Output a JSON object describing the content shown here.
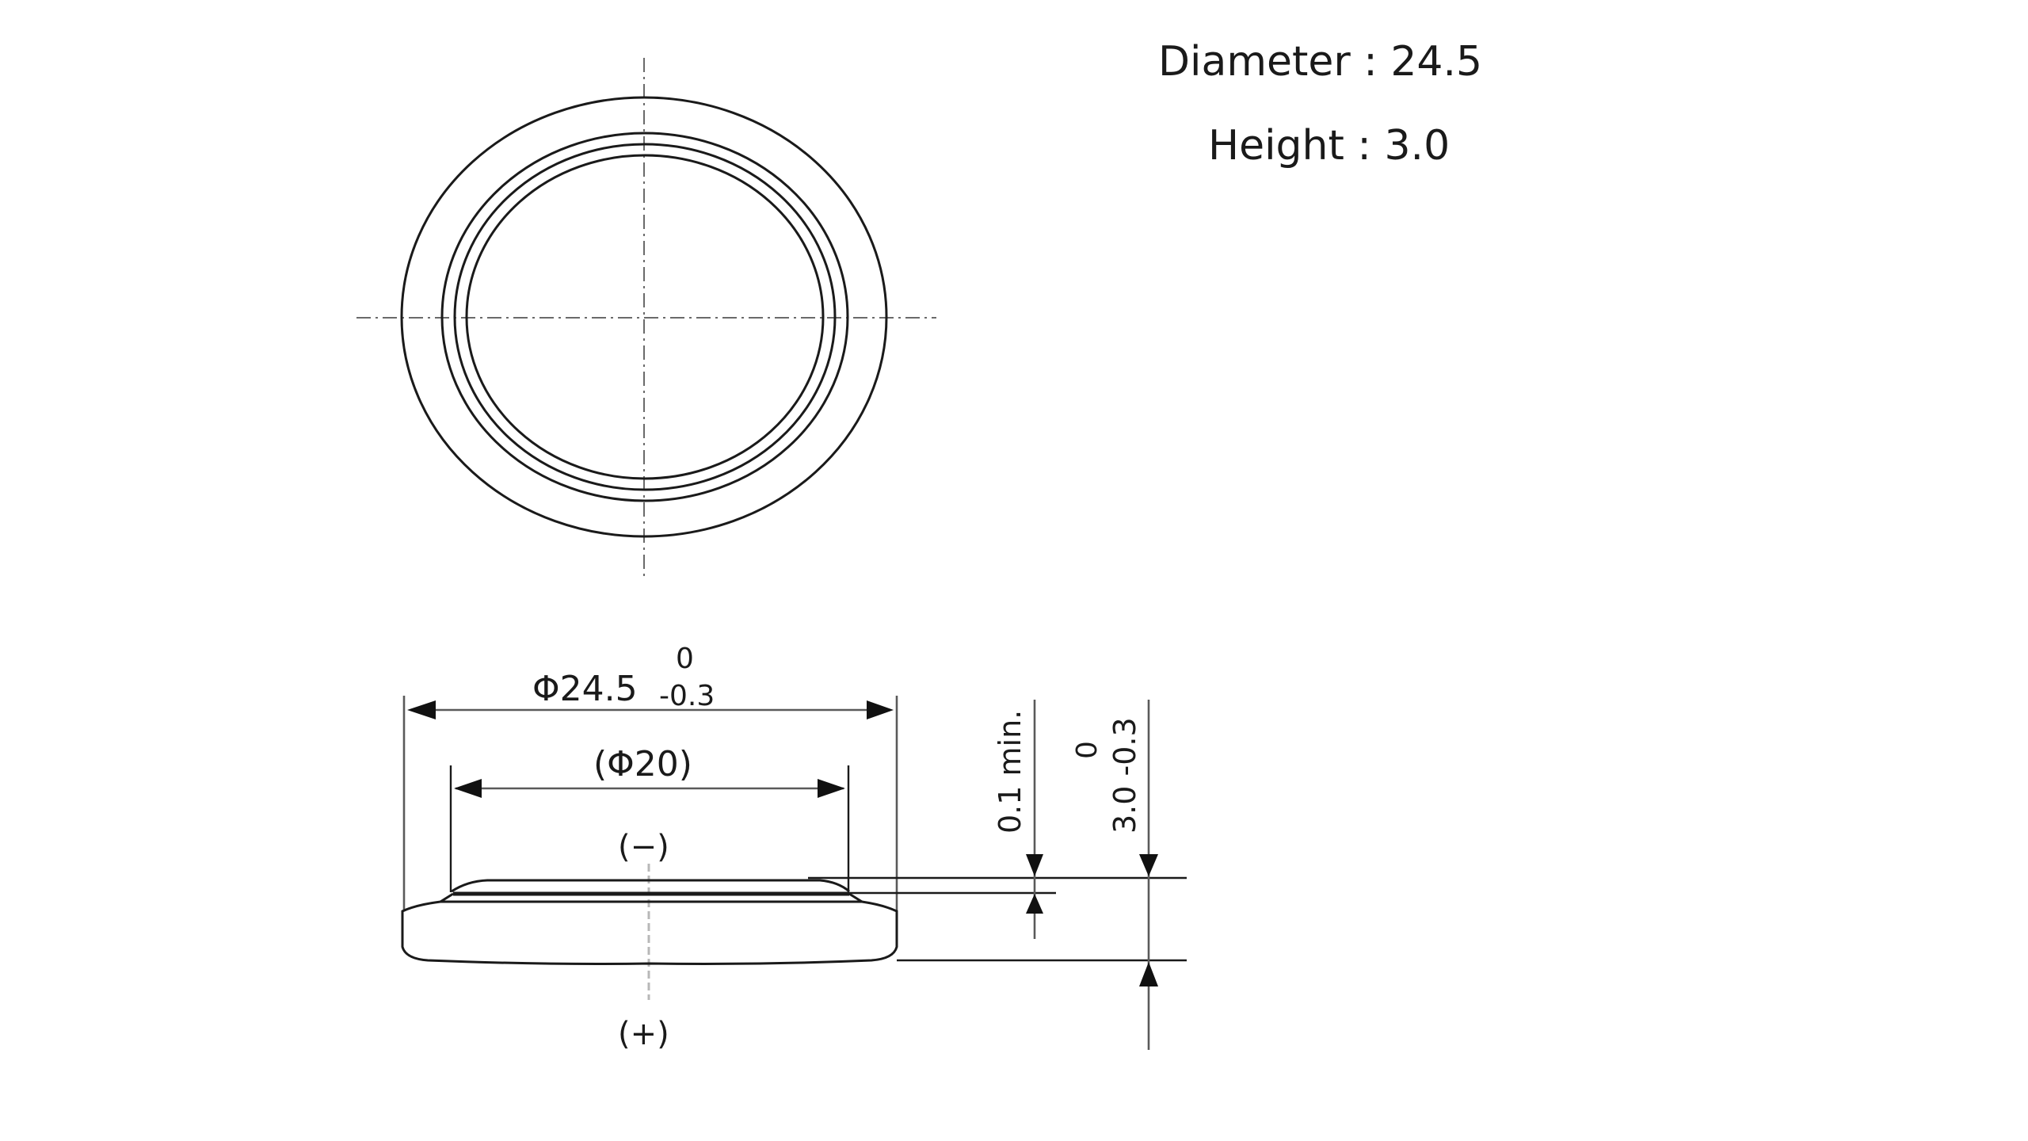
{
  "specs": {
    "diameter": "Diameter : 24.5",
    "height": "Height : 3.0"
  },
  "side_view": {
    "outer_diameter": {
      "label": "Φ24.5",
      "upper_tolerance": "0",
      "lower_tolerance": "-0.3"
    },
    "inner_diameter": {
      "label": "(Φ20)"
    },
    "min_step": {
      "label": "0.1 min."
    },
    "height": {
      "label": "3.0 -0.3",
      "upper_tolerance": "0"
    },
    "negative_terminal": "(−)",
    "positive_terminal": "(+)"
  },
  "colors": {
    "line": "#1a1a1a",
    "dimension_line": "#5a5a5a",
    "background": "#ffffff"
  }
}
